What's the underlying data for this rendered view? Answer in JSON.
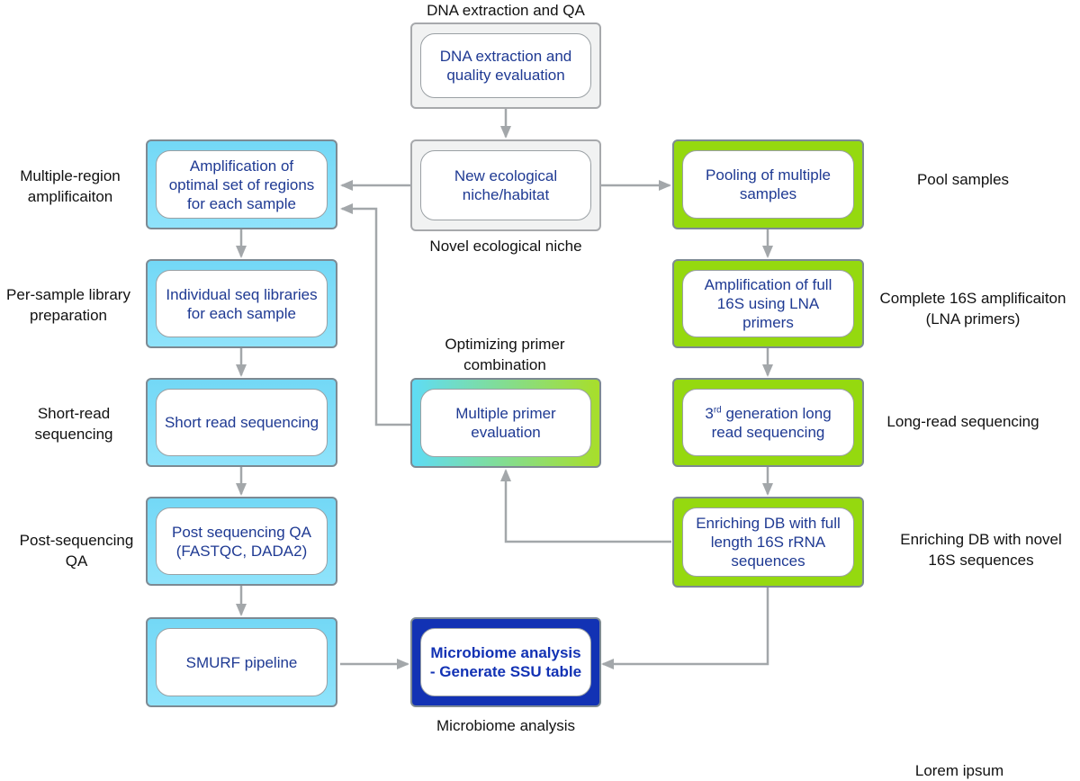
{
  "nodes": {
    "dna": "DNA extraction and quality evaluation",
    "niche": "New ecological niche/habitat",
    "amp_regions": "Amplification of optimal set of regions for each sample",
    "pooling": "Pooling of multiple samples",
    "libraries": "Individual seq libraries for each sample",
    "amp_full": "Amplification of full 16S using LNA primers",
    "short_read": "Short read sequencing",
    "primer_eval": "Multiple primer evaluation",
    "long_read_pre": "3",
    "long_read_sup": "rd",
    "long_read_post": " generation long read sequencing",
    "post_seq_qa": "Post sequencing QA (FASTQC, DADA2)",
    "enrich": "Enriching DB with full length 16S rRNA sequences",
    "smurf": "SMURF pipeline",
    "microbiome": "Microbiome analysis - Generate SSU table"
  },
  "labels": {
    "dna_top": "DNA extraction and QA",
    "multi_region": "Multiple-region amplificaiton",
    "pool_samples": "Pool samples",
    "novel_niche": "Novel ecological niche",
    "per_sample": "Per-sample library preparation",
    "complete_16s": "Complete 16S amplificaiton (LNA primers)",
    "optimizing": "Optimizing primer combination",
    "short_read_seq": "Short-read sequencing",
    "long_read_seq": "Long-read sequencing",
    "post_seq": "Post-sequencing QA",
    "enriching_db": "Enriching DB with novel 16S sequences",
    "microbiome_analysis": "Microbiome analysis",
    "lorem": "Lorem ipsum"
  },
  "colors": {
    "blue_box": "#73d8f6",
    "green_box": "#95d90f",
    "gray_box": "#f1f2f2",
    "dark_box": "#1232b4",
    "node_text": "#1f3a93",
    "arrow": "#a3a7aa"
  }
}
